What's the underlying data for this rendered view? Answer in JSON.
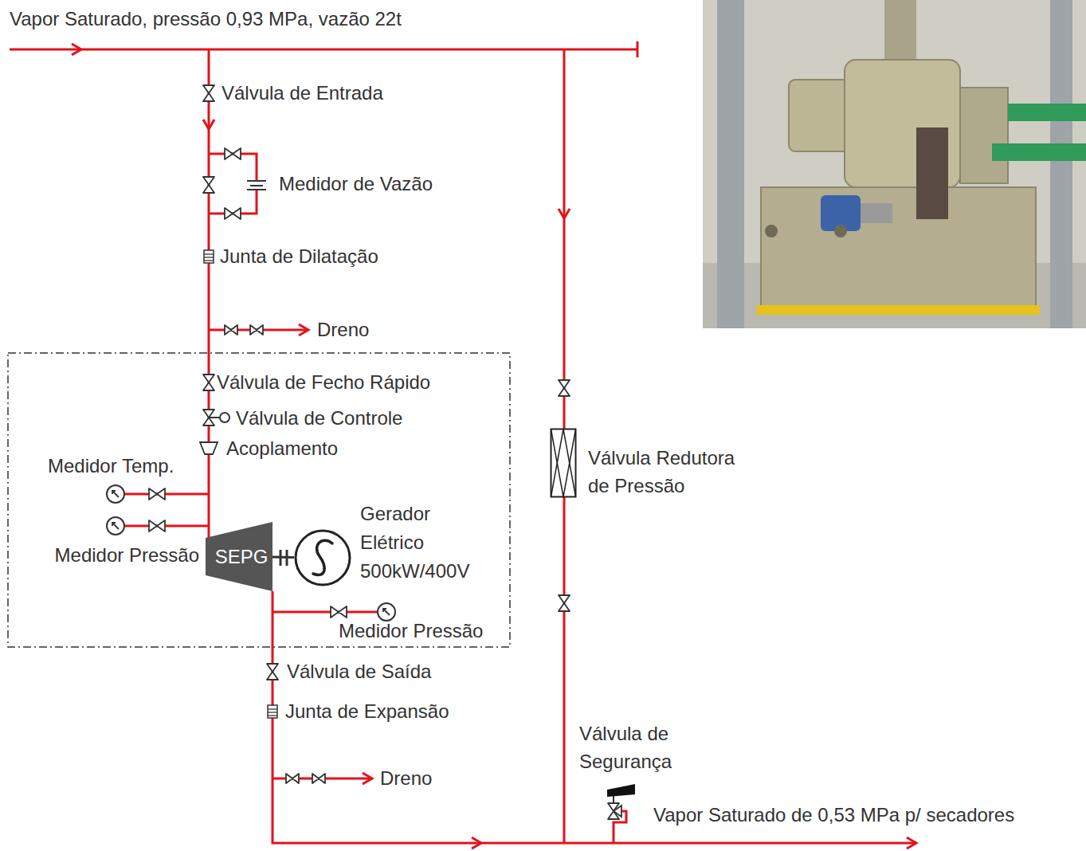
{
  "diagram": {
    "nodes": [
      {
        "text": [
          "SEPG"
        ]
      },
      {
        "text": [
          "Gerador Elétrico 500kW/400V"
        ]
      },
      {
        "text": [
          "Válvula Redutora de Pressão"
        ]
      }
    ],
    "edges": [
      {
        "from": 0,
        "to": 1,
        "arrow": "none"
      }
    ],
    "labels": [
      "Vapor Saturado, pressão 0,93 MPa, vazão 22t",
      "Válvula de Entrada",
      "Medidor de Vazão",
      "Junta de Dilatação",
      "Dreno",
      "Válvula de Fecho Rápido",
      "Válvula de Controle",
      "Acoplamento",
      "Medidor Temp.",
      "Medidor Pressão",
      "Medidor Pressão",
      "Válvula de Saída",
      "Junta de Expansão",
      "Dreno",
      "Válvula de Segurança",
      "Vapor Saturado de 0,53 MPa p/ secadores"
    ]
  }
}
